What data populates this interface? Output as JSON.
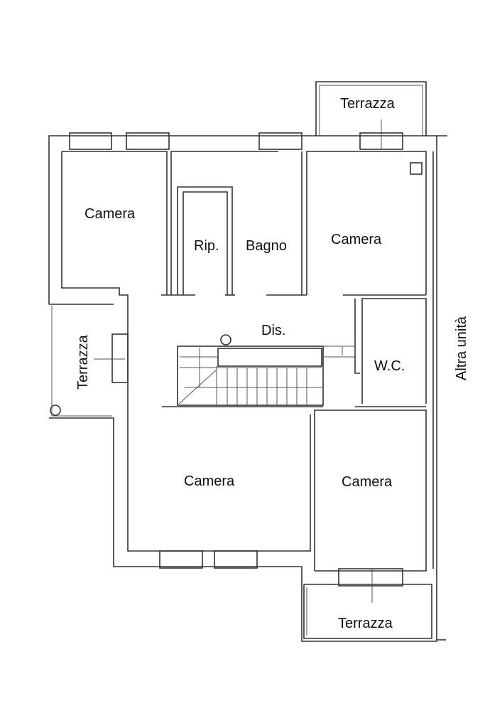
{
  "rooms": {
    "camera_top_left": "Camera",
    "ripostiglio": "Rip.",
    "bagno": "Bagno",
    "camera_top_right": "Camera",
    "terrazza_top": "Terrazza",
    "terrazza_left": "Terrazza",
    "disimpegno": "Dis.",
    "wc": "W.C.",
    "camera_bottom_left": "Camera",
    "camera_bottom_right": "Camera",
    "terrazza_bottom": "Terrazza"
  },
  "neighbor_label": "Altra unità"
}
